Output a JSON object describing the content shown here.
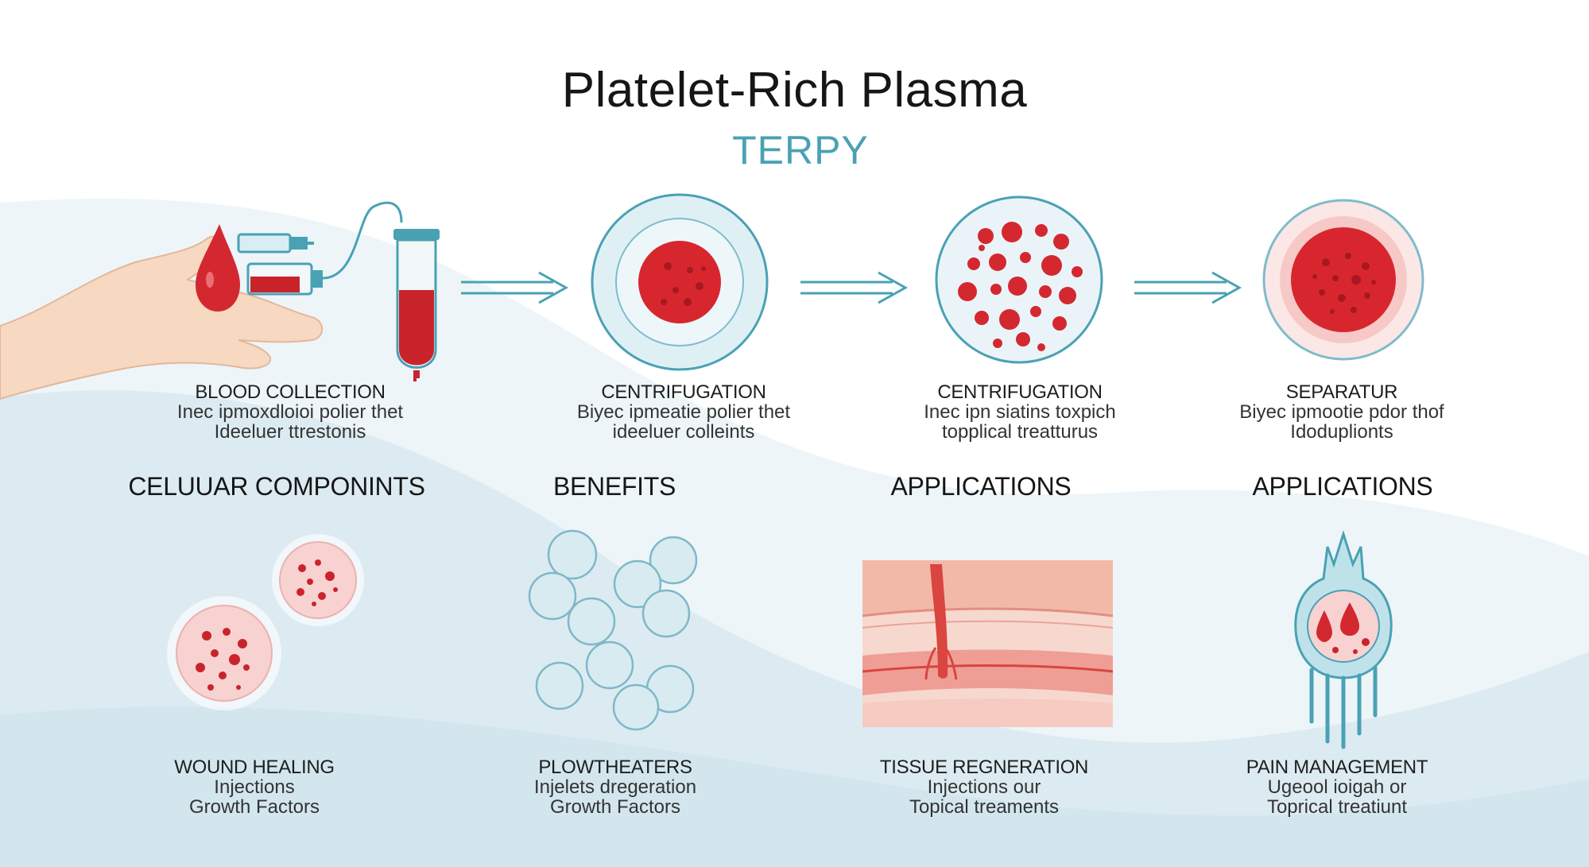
{
  "title": "Platelet-Rich Plasma",
  "subtitle": "TERPY",
  "steps": [
    {
      "title": "BLOOD COLLECTION",
      "line1": "Inec ipmoxdloioi polier thet",
      "line2": "Ideeluer ttrestonis"
    },
    {
      "title": "CENTRIFUGATION",
      "line1": "Biyec ipmeatie polier thet",
      "line2": "ideeluer colleints"
    },
    {
      "title": "CENTRIFUGATION",
      "line1": "Inec ipn siatins toxpich",
      "line2": "topplical treatturus"
    },
    {
      "title": "SEPARATUR",
      "line1": "Biyec ipmootie pdor thof",
      "line2": "Idoduplionts"
    }
  ],
  "sections": [
    "CELUUAR COMPONINTS",
    "BENEFITS",
    "APPLICATIONS",
    "APPLICATIONS"
  ],
  "applications": [
    {
      "title": "WOUND HEALING",
      "line1": "Injections",
      "line2": "Growth Factors"
    },
    {
      "title": "PLOWTHEATERS",
      "line1": "Injelets dregeration",
      "line2": "Growth Factors"
    },
    {
      "title": "TISSUE REGNERATION",
      "line1": "Injections our",
      "line2": "Topical treaments"
    },
    {
      "title": "PAIN MANAGEMENT",
      "line1": "Ugeool ioigah or",
      "line2": "Toprical treatiunt"
    }
  ],
  "colors": {
    "accent": "#4aa1b4",
    "blood": "#d8262f",
    "wave": "#d9e9f1"
  }
}
